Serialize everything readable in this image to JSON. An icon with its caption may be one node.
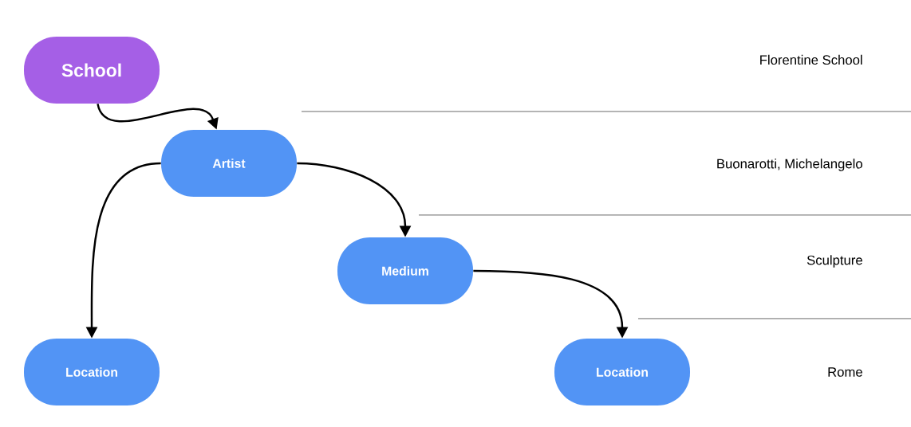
{
  "diagram": {
    "nodes": [
      {
        "text": [
          "School"
        ]
      },
      {
        "text": [
          "Artist"
        ]
      },
      {
        "text": [
          "Medium"
        ]
      },
      {
        "text": [
          "Location"
        ]
      },
      {
        "text": [
          "Location"
        ]
      }
    ],
    "edges": [
      {
        "from": 0,
        "to": 1,
        "arrow": "to"
      },
      {
        "from": 1,
        "to": 3,
        "arrow": "to"
      },
      {
        "from": 1,
        "to": 2,
        "arrow": "to"
      },
      {
        "from": 2,
        "to": 4,
        "arrow": "to"
      }
    ],
    "labels": [
      "Florentine School",
      "Buonarotti, Michelangelo",
      "Sculpture",
      "Rome"
    ]
  }
}
